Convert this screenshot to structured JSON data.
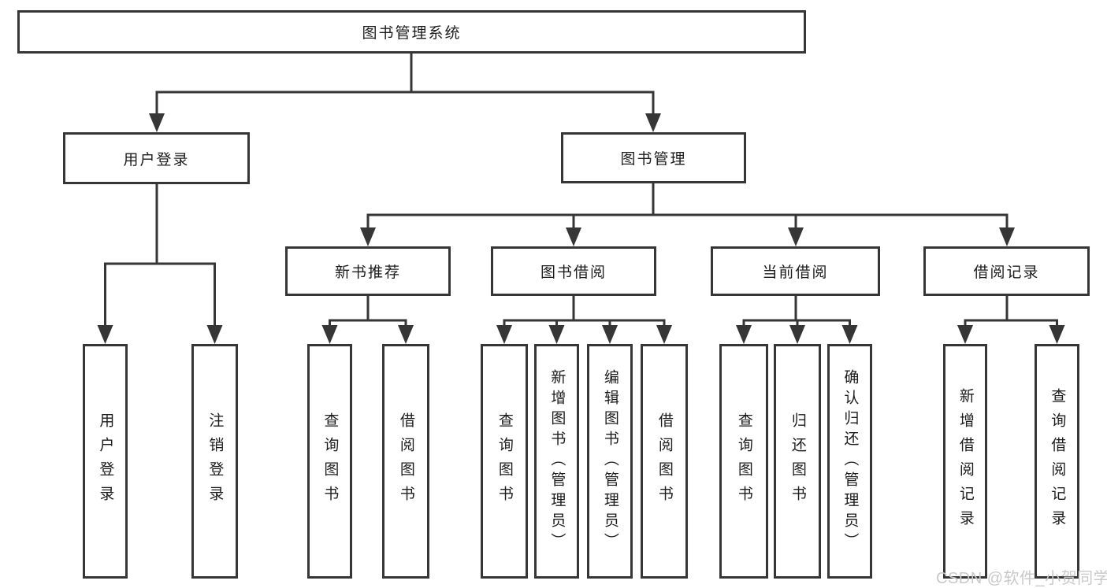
{
  "tree": {
    "label": "图书管理系统",
    "children": [
      {
        "label": "用户登录",
        "children": [
          {
            "label": "用户登录"
          },
          {
            "label": "注销登录"
          }
        ]
      },
      {
        "label": "图书管理",
        "children": [
          {
            "label": "新书推荐",
            "children": [
              {
                "label": "查询图书"
              },
              {
                "label": "借阅图书"
              }
            ]
          },
          {
            "label": "图书借阅",
            "children": [
              {
                "label": "查询图书"
              },
              {
                "label": "新增图书（管理员）"
              },
              {
                "label": "编辑图书（管理员）"
              },
              {
                "label": "借阅图书"
              }
            ]
          },
          {
            "label": "当前借阅",
            "children": [
              {
                "label": "查询图书"
              },
              {
                "label": "归还图书"
              },
              {
                "label": "确认归还（管理员）"
              }
            ]
          },
          {
            "label": "借阅记录",
            "children": [
              {
                "label": "新增借阅记录"
              },
              {
                "label": "查询借阅记录"
              }
            ]
          }
        ]
      }
    ]
  },
  "watermark": "CSDN @软件_小贺同学",
  "colors": {
    "line": "#363636",
    "box_background": "#ffffff",
    "text": "#1c1c1c",
    "watermark_text": "#c9c9c9"
  }
}
